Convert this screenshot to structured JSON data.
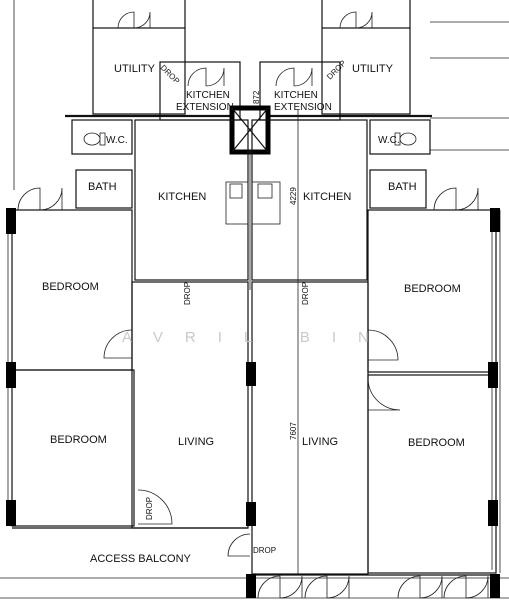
{
  "rooms": {
    "utility_left": "UTILITY",
    "utility_right": "UTILITY",
    "kitchen_ext_left_1": "KITCHEN",
    "kitchen_ext_left_2": "EXTENSION",
    "kitchen_ext_right_1": "KITCHEN",
    "kitchen_ext_right_2": "EXTENSION",
    "wc_left": "W.C.",
    "wc_right": "W.C.",
    "bath_left": "BATH",
    "bath_right": "BATH",
    "kitchen_left": "KITCHEN",
    "kitchen_right": "KITCHEN",
    "bedroom_ul": "BEDROOM",
    "bedroom_ll": "BEDROOM",
    "bedroom_ur": "BEDROOM",
    "bedroom_lr": "BEDROOM",
    "living_left": "LIVING",
    "living_right": "LIVING",
    "access_balcony": "ACCESS BALCONY"
  },
  "annotations": {
    "drop_utility_left": "DROP",
    "drop_utility_right": "DROP",
    "drop_living_left": "DROP",
    "drop_living_right": "DROP",
    "drop_door": "DROP",
    "drop_balcony": "DROP"
  },
  "dimensions": {
    "dim_872": "872",
    "dim_4229": "4229",
    "dim_7607": "7607"
  },
  "watermark": "AVRIL BIN"
}
